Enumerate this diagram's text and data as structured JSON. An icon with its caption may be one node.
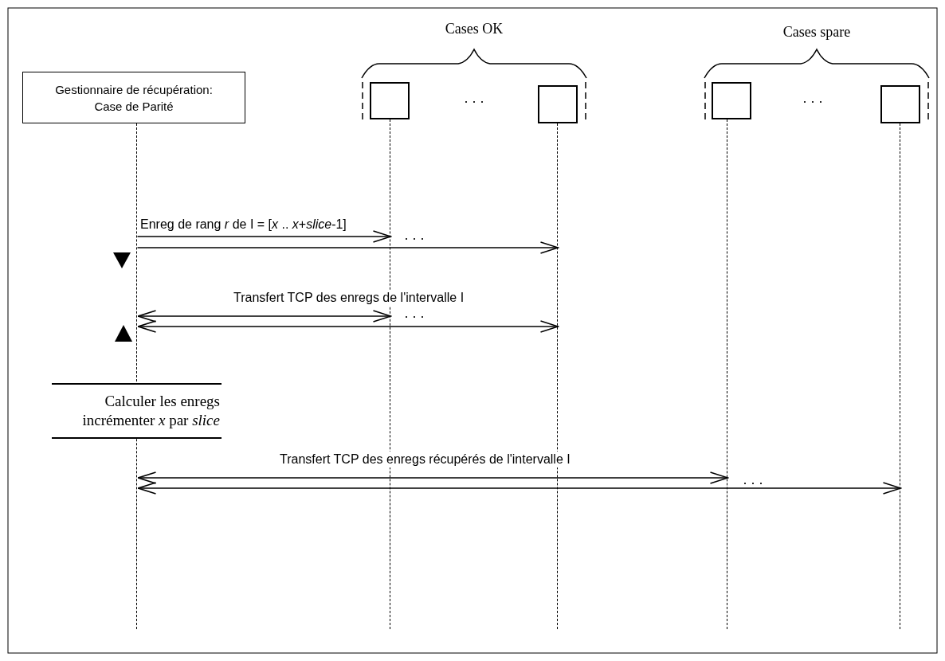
{
  "diagram": {
    "nodes": [
      {
        "text": [
          "Gestionnaire de récupération: Case de Parité"
        ]
      },
      {
        "text": [],
        "shape": "box"
      },
      {
        "text": [],
        "shape": "box"
      },
      {
        "text": [],
        "shape": "box"
      },
      {
        "text": [],
        "shape": "box"
      },
      {
        "text": [
          "Calculer les enregs incrémenter *x* par *slice*"
        ]
      },
      {
        "text": [],
        "shape": "line"
      },
      {
        "text": [],
        "shape": "line"
      },
      {
        "text": [],
        "shape": "line"
      },
      {
        "text": [],
        "shape": "line"
      },
      {
        "text": [],
        "shape": "line"
      }
    ],
    "edges": [
      {
        "from": 6,
        "to": 7,
        "arrow": "to",
        "label": "Enreg de rang *r* de I = [*x* .. *x*+*slice*-1]"
      },
      {
        "from": 6,
        "to": 8,
        "arrow": "to"
      },
      {
        "from": 6,
        "to": 7,
        "arrow": "both",
        "label": "Transfert TCP des enregs de l'intervalle I"
      },
      {
        "from": 6,
        "to": 8,
        "arrow": "both"
      },
      {
        "from": 6,
        "to": 9,
        "arrow": "both",
        "label": "Transfert TCP des enregs récupérés de l'intervalle I"
      },
      {
        "from": 6,
        "to": 10,
        "arrow": "both"
      }
    ],
    "labels": [
      "Cases OK",
      "Cases spare",
      ". . .",
      ". . .",
      ". . .",
      ". . .",
      ". . ."
    ]
  }
}
